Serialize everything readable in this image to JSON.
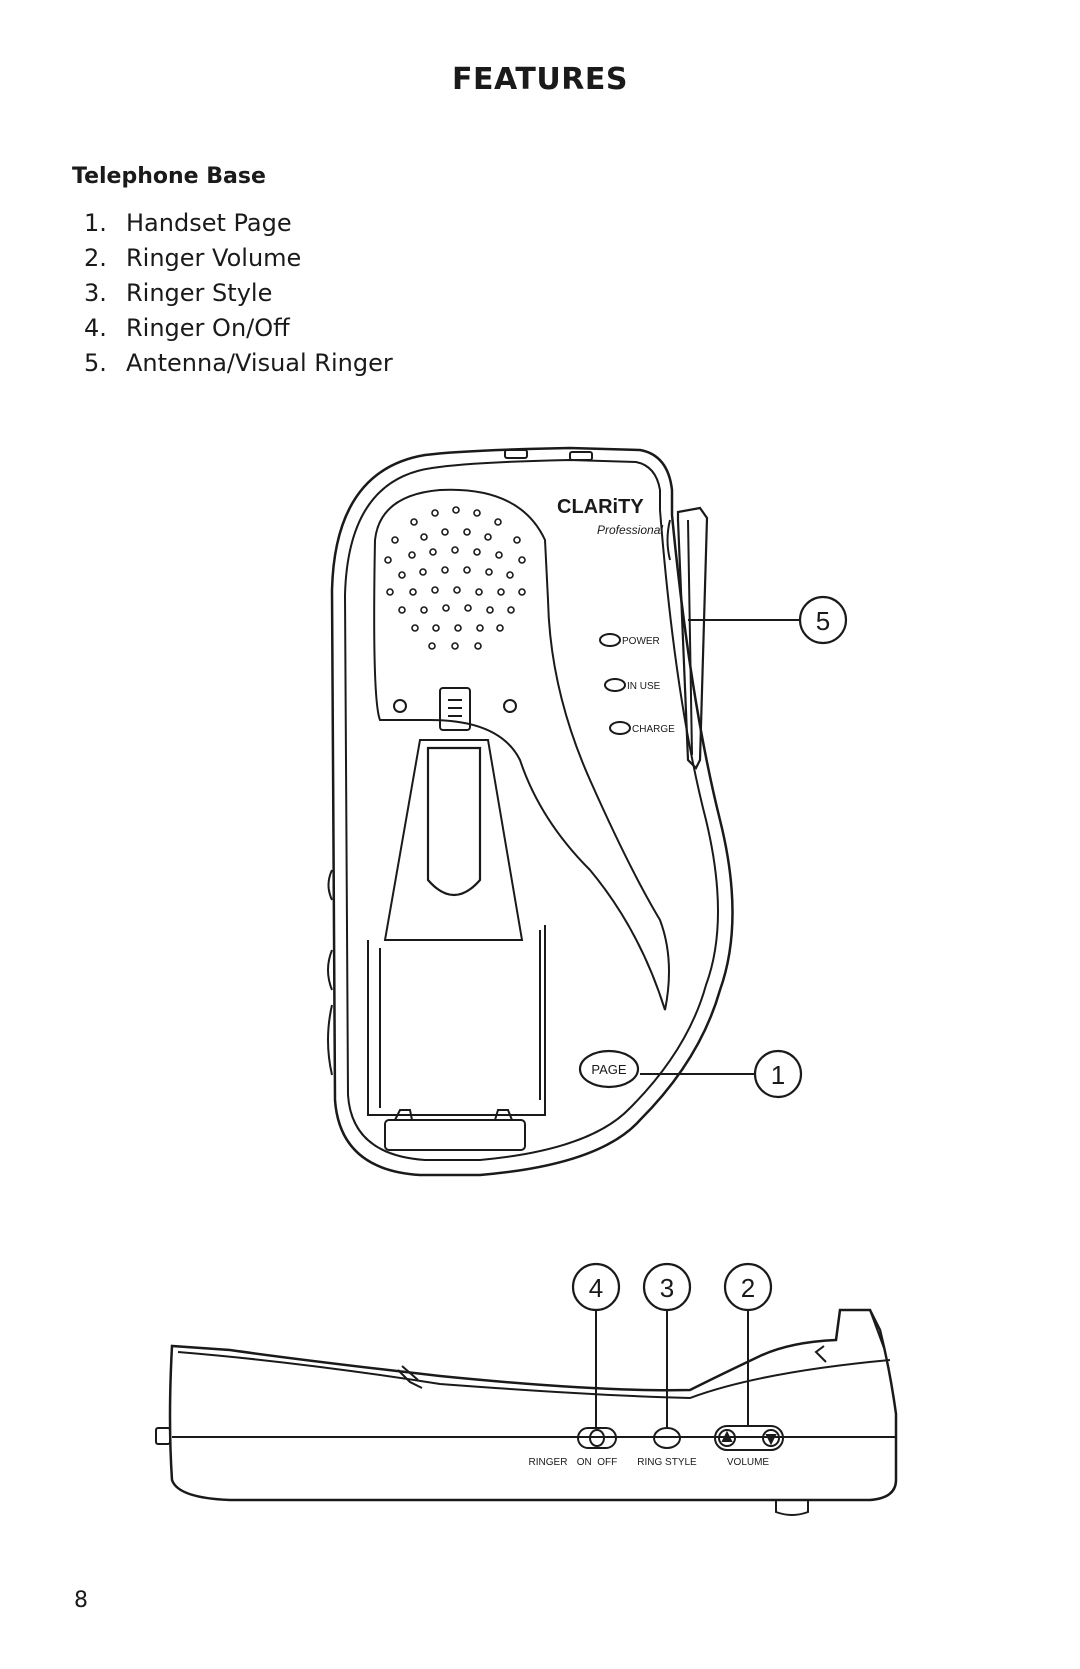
{
  "page": {
    "title": "FEATURES",
    "section_title": "Telephone Base",
    "items": [
      {
        "num": "1.",
        "label": "Handset Page"
      },
      {
        "num": "2.",
        "label": "Ringer Volume"
      },
      {
        "num": "3.",
        "label": "Ringer Style"
      },
      {
        "num": "4.",
        "label": "Ringer On/Off"
      },
      {
        "num": "5.",
        "label": "Antenna/Visual Ringer"
      }
    ],
    "page_number": "8"
  },
  "figure_top": {
    "brand": "CLARiTY",
    "brand_sub": "Professional",
    "indicators": [
      "POWER",
      "IN USE",
      "CHARGE"
    ],
    "page_button": "PAGE",
    "callouts": [
      "5",
      "1"
    ]
  },
  "figure_side": {
    "callouts": [
      "4",
      "3",
      "2"
    ],
    "labels": {
      "ringer": "RINGER",
      "on_off": "ON  OFF",
      "ring_style": "RING STYLE",
      "volume": "VOLUME"
    }
  }
}
